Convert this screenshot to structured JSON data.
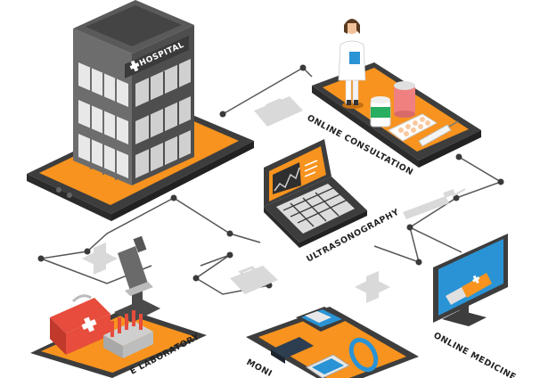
{
  "hospital_sign": "HOSPITAL",
  "labels": {
    "consultation": "ONLINE CONSULTATION",
    "ultrasonography": "ULTRASONOGRAPHY",
    "medicine": "ONLINE MEDICINE",
    "laboratory": "E LABORATORY",
    "monitoring": "MONI"
  },
  "colors": {
    "accent": "#f7931e",
    "device": "#3d3d3d",
    "line": "#555555",
    "decor": "#d9d9d9",
    "medicine_screen": "#2a93d5",
    "first_aid": "#e74c3c"
  },
  "icons": [
    "hospital-building-icon",
    "doctor-icon",
    "microscope-icon",
    "first-aid-kit-icon",
    "test-tubes-icon",
    "syringe-icon",
    "pills-icon",
    "usb-drive-icon",
    "fitness-tracker-icon",
    "tonometer-icon",
    "briefcase-icon",
    "cross-icon"
  ]
}
